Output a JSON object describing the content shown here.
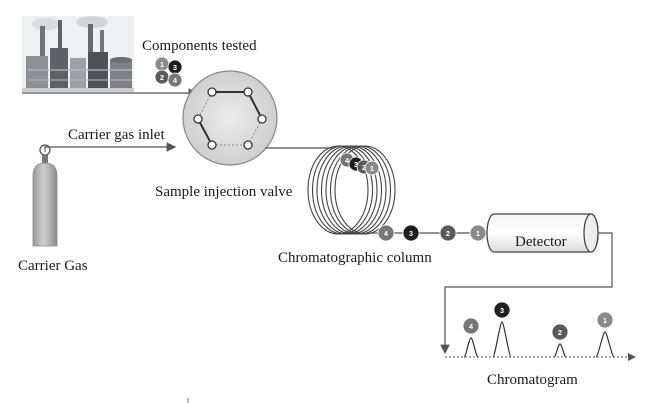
{
  "labels": {
    "components_tested": "Components tested",
    "carrier_gas_inlet": "Carrier gas inlet",
    "sample_injection_valve": "Sample injection valve",
    "carrier_gas": "Carrier Gas",
    "chromatographic_column": "Chromatographic column",
    "detector": "Detector",
    "chromatogram": "Chromatogram"
  },
  "components": {
    "inlet_cluster": [
      "1",
      "3",
      "2",
      "4"
    ],
    "column_cluster": [
      "4",
      "3",
      "2",
      "1"
    ],
    "eluted": [
      "4",
      "3",
      "2",
      "1"
    ],
    "peaks": [
      "4",
      "3",
      "2",
      "1"
    ]
  },
  "colors": {
    "component_1": "#8a8a8a",
    "component_2": "#5a5a5a",
    "component_3": "#1e1e1e",
    "component_4": "#767676",
    "line": "#555555"
  }
}
